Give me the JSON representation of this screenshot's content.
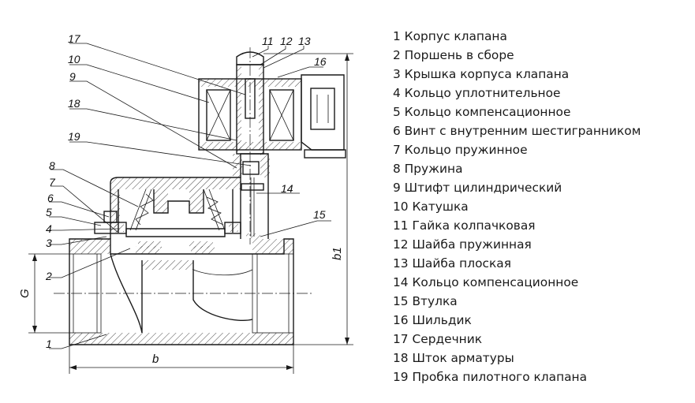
{
  "callouts": {
    "c1": "1",
    "c2": "2",
    "c3": "3",
    "c4": "4",
    "c5": "5",
    "c6": "6",
    "c7": "7",
    "c8": "8",
    "c9": "9",
    "c10": "10",
    "c11": "11",
    "c12": "12",
    "c13": "13",
    "c14": "14",
    "c15": "15",
    "c16": "16",
    "c17": "17",
    "c18": "18",
    "c19": "19"
  },
  "dimensions": {
    "G": "G",
    "b": "b",
    "b1": "b1"
  },
  "legend": [
    "1 Корпус клапана",
    "2 Поршень в сборе",
    "3 Крышка корпуса клапана",
    "4 Кольцо уплотнительное",
    "5 Кольцо компенсационное",
    "6 Винт с внутренним шестигранником",
    "7 Кольцо пружинное",
    "8 Пружина",
    "9 Штифт цилиндрический",
    "10 Катушка",
    "11 Гайка колпачковая",
    "12 Шайба пружинная",
    "13 Шайба плоская",
    "14 Кольцо компенсационное",
    "15 Втулка",
    "16 Шильдик",
    "17 Сердечник",
    "18 Шток арматуры",
    "19 Пробка пилотного клапана"
  ]
}
